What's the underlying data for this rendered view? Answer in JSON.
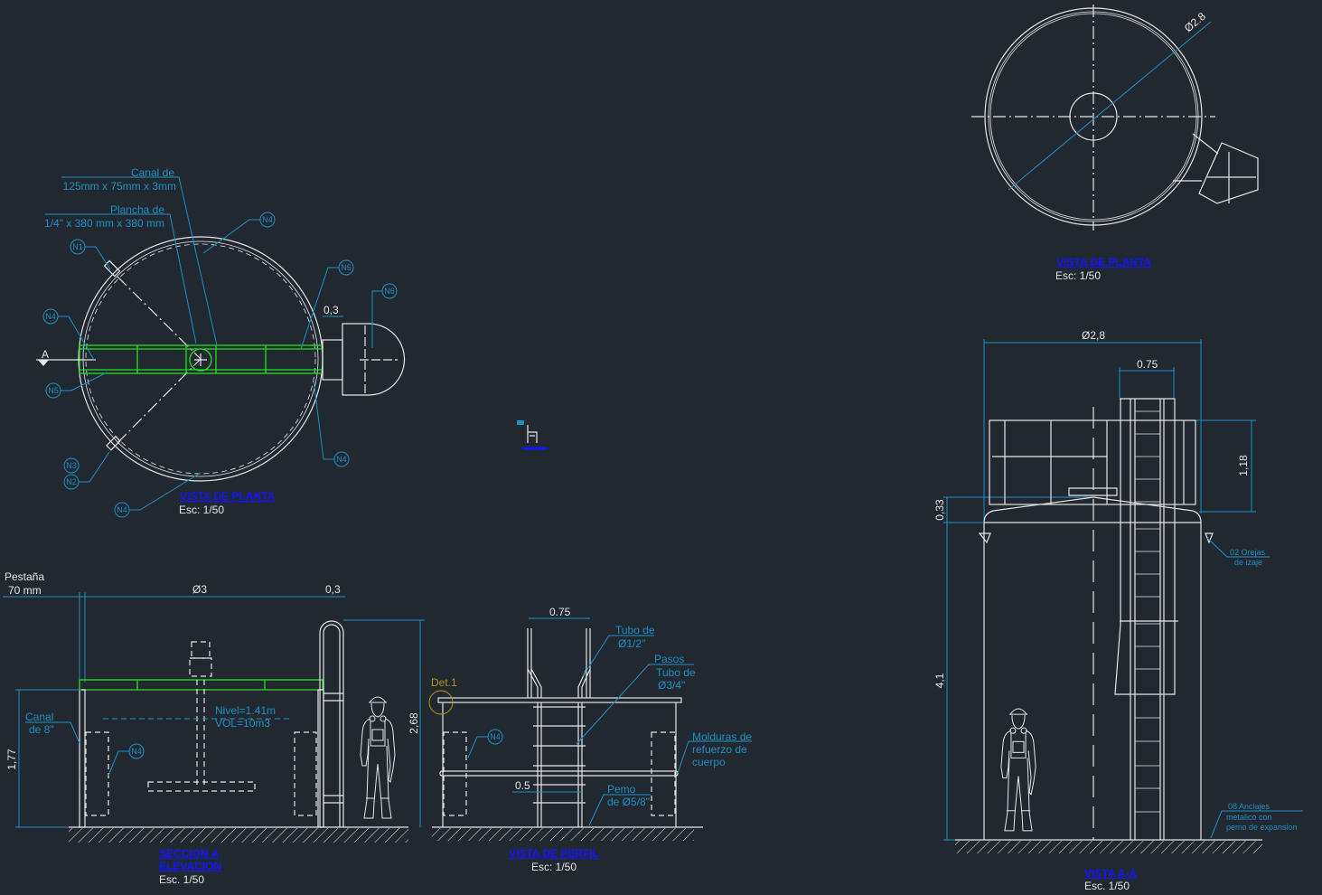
{
  "colors": {
    "background": "#212830",
    "linework": "#e6e6e6",
    "annotation": "#1b8fc2",
    "highlight": "#22e022",
    "title": "#1414ff",
    "detail": "#b8900f"
  },
  "plan_left": {
    "canal_l1": "Canal de",
    "canal_l2": "125mm x 75mm x 3mm",
    "plancha_l1": "Plancha de",
    "plancha_l2": "1/4\" x 380 mm x 380 mm",
    "dim_03": "0,3",
    "section_mark": "A",
    "tags": {
      "n1": "N1",
      "n4a": "N4",
      "n5a": "N5",
      "n6": "N6",
      "n4b": "N4",
      "n5b": "N5",
      "n3": "N3",
      "n2": "N2",
      "n4c": "N4",
      "n4d": "N4"
    },
    "title": "VISTA DE PLANTA",
    "scale": "Esc: 1/50"
  },
  "section_a": {
    "pestana_l1": "Pestaña",
    "pestana_l2": "70 mm",
    "dim_diameter": "Ø3",
    "dim_03": "0,3",
    "dim_height": "2,68",
    "dim_177": "1,77",
    "canal_l1": "Canal",
    "canal_l2": "de 8\"",
    "nivel": "Nivel=1.41m",
    "vol": "VOL=10m3",
    "tag_n4": "N4",
    "title_l1": "SECCION A",
    "title_l2": "ELEVACION",
    "scale": "Esc. 1/50"
  },
  "profile": {
    "dim_075": "0.75",
    "dim_05": "0.5",
    "detail": "Det.1",
    "tubo_l1": "Tubo de",
    "tubo_l2": "Ø1/2\"",
    "pasos_l1": "Pasos",
    "pasos_l2": "Tubo de",
    "pasos_l3": "Ø3/4\"",
    "molduras_l1": "Molduras de",
    "molduras_l2": "refuerzo de",
    "molduras_l3": "cuerpo",
    "pemo_l1": "Pemo",
    "pemo_l2": "de Ø5/8\"",
    "tag_n4": "N4",
    "title": "VISTA DE PERFIL",
    "scale": "Esc: 1/50"
  },
  "plan_right": {
    "dim_diameter": "Ø2.8",
    "title": "VISTA DE PLANTA",
    "scale": "Esc: 1/50"
  },
  "view_aa": {
    "dim_diameter": "Ø2,8",
    "dim_075": "0.75",
    "dim_118": "1,18",
    "dim_033": "0,33",
    "dim_41": "4,1",
    "orejas_l1": "02 Orejas",
    "orejas_l2": "de izaje",
    "anclajes_l1": "08 Anclajes",
    "anclajes_l2": "metalico con",
    "anclajes_l3": "pemo de expansion",
    "title": "VISTA A-A",
    "scale": "Esc. 1/50"
  }
}
